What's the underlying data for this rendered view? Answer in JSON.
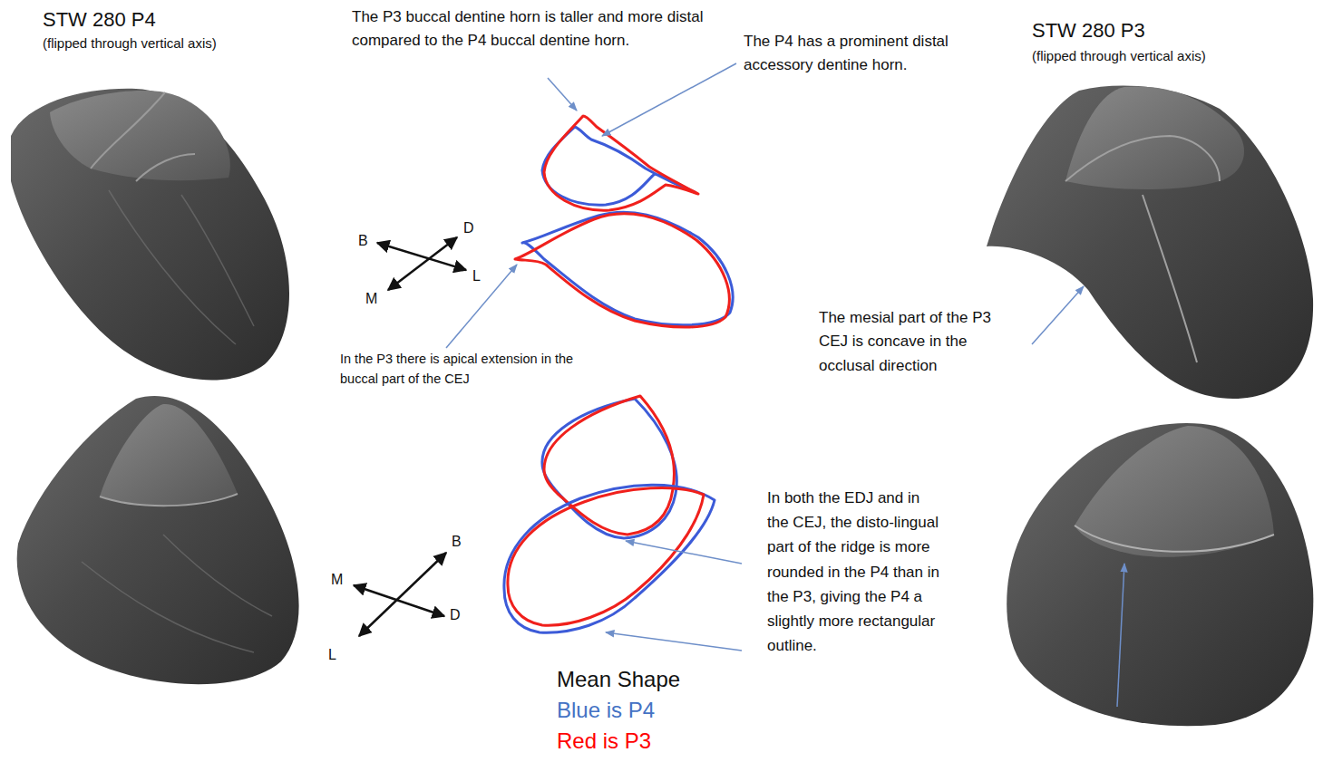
{
  "diagram": {
    "labels": [
      "STW 280 P4",
      "(flipped through vertical axis)",
      "The P3 buccal dentine horn is taller and more distal compared to the P4 buccal dentine horn.",
      "The P4 has a prominent distal accessory dentine horn.",
      "STW 280 P3",
      "(flipped through vertical axis)",
      "B",
      "D",
      "L",
      "M",
      "In the P3 there is apical extension in the buccal part of the CEJ",
      "The mesial part of the P3 CEJ is concave in the occlusal direction",
      "B",
      "M",
      "D",
      "L",
      "In both the EDJ and in the CEJ, the disto-lingual part of the ridge is more rounded in the P4 than in the P3, giving the P4 a slightly more rectangular outline.",
      "Mean Shape"
    ],
    "legend": [
      {
        "text": "Blue is P4",
        "color": "#4472c4"
      },
      {
        "text": "Red is P3",
        "color": "#ff0000"
      }
    ]
  }
}
